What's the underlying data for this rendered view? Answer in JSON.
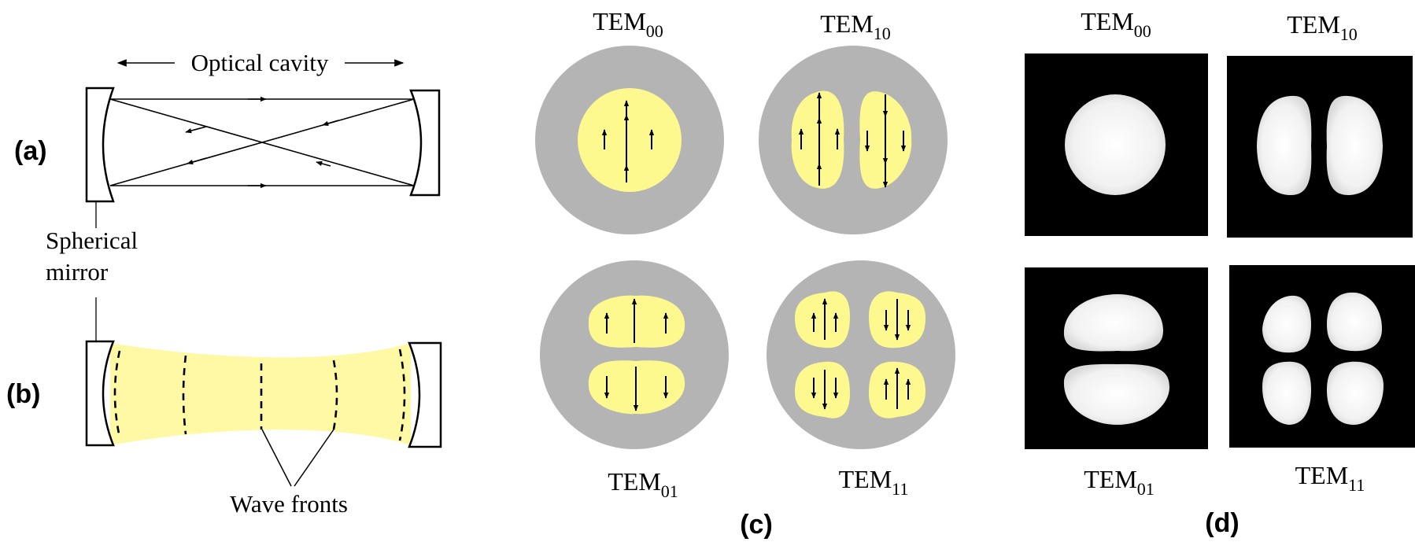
{
  "colors": {
    "beam": "#fff9a6",
    "mode_disk": "#b4b4b4",
    "mode_lobe": "#fdf98e",
    "profile_bg": "#000000",
    "profile_lobe": "#f4f4f4"
  },
  "panel_a": {
    "label": "(a)",
    "cavity_label": "Optical cavity",
    "mirror_label_line1": "Spherical",
    "mirror_label_line2": "mirror"
  },
  "panel_b": {
    "label": "(b)",
    "wave_fronts_label": "Wave fronts"
  },
  "panel_c": {
    "label": "(c)",
    "modes": [
      {
        "prefix": "TEM",
        "sub": "00"
      },
      {
        "prefix": "TEM",
        "sub": "10"
      },
      {
        "prefix": "TEM",
        "sub": "01"
      },
      {
        "prefix": "TEM",
        "sub": "11"
      }
    ]
  },
  "panel_d": {
    "label": "(d)",
    "modes": [
      {
        "prefix": "TEM",
        "sub": "00"
      },
      {
        "prefix": "TEM",
        "sub": "10"
      },
      {
        "prefix": "TEM",
        "sub": "01"
      },
      {
        "prefix": "TEM",
        "sub": "11"
      }
    ]
  }
}
